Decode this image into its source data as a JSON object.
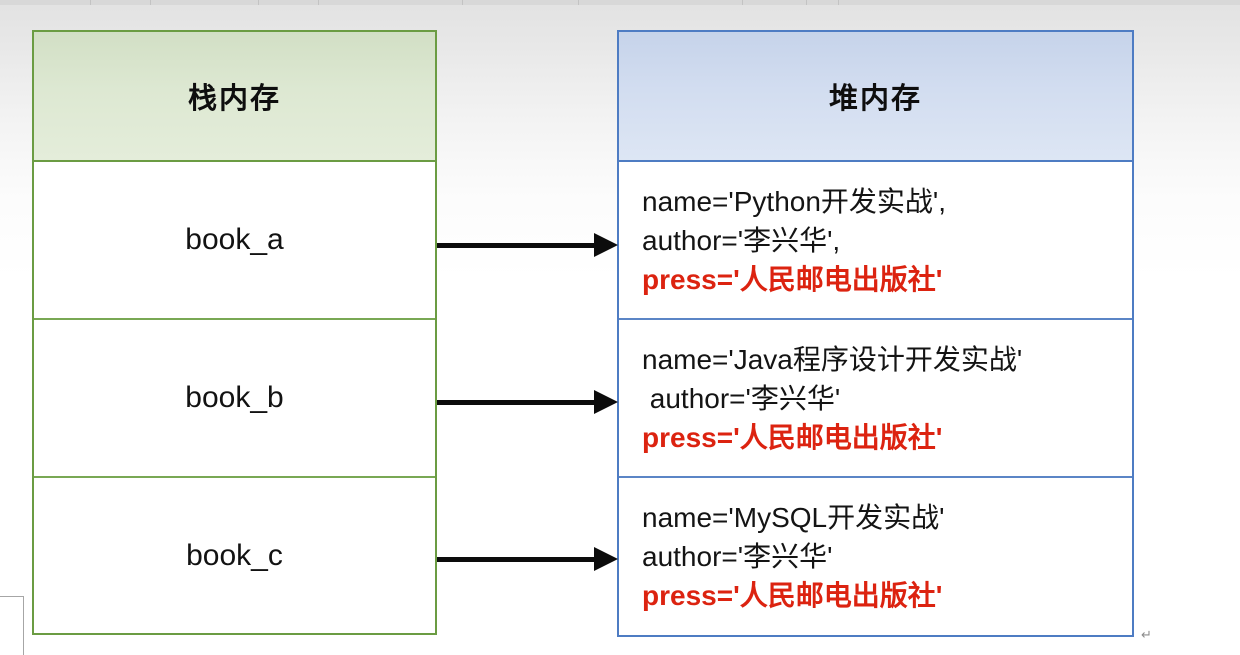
{
  "stack_table": {
    "title": "栈内存",
    "items": [
      {
        "label": "book_a"
      },
      {
        "label": "book_b"
      },
      {
        "label": "book_c"
      }
    ]
  },
  "heap_table": {
    "title": "堆内存",
    "objects": [
      {
        "lines": [
          "name='Python开发实战',",
          "author='李兴华',",
          "press='人民邮电出版社'"
        ]
      },
      {
        "lines": [
          "name='Java程序设计开发实战'",
          " author='李兴华'",
          "press='人民邮电出版社'"
        ]
      },
      {
        "lines": [
          "name='MySQL开发实战'",
          "author='李兴华'",
          "press='人民邮电出版社'"
        ]
      }
    ]
  },
  "arrows": {
    "count": 3,
    "direction": "stack-to-heap"
  },
  "colors": {
    "stack_border_green": "#6b9c43",
    "stack_header_fill": "#dde8d2",
    "heap_border_blue": "#4e7cc3",
    "heap_header_fill": "#d2ddf0",
    "press_red": "#dc2310",
    "arrow_black": "#0c0c0c"
  },
  "artifacts": {
    "paragraph_mark": "↵"
  }
}
